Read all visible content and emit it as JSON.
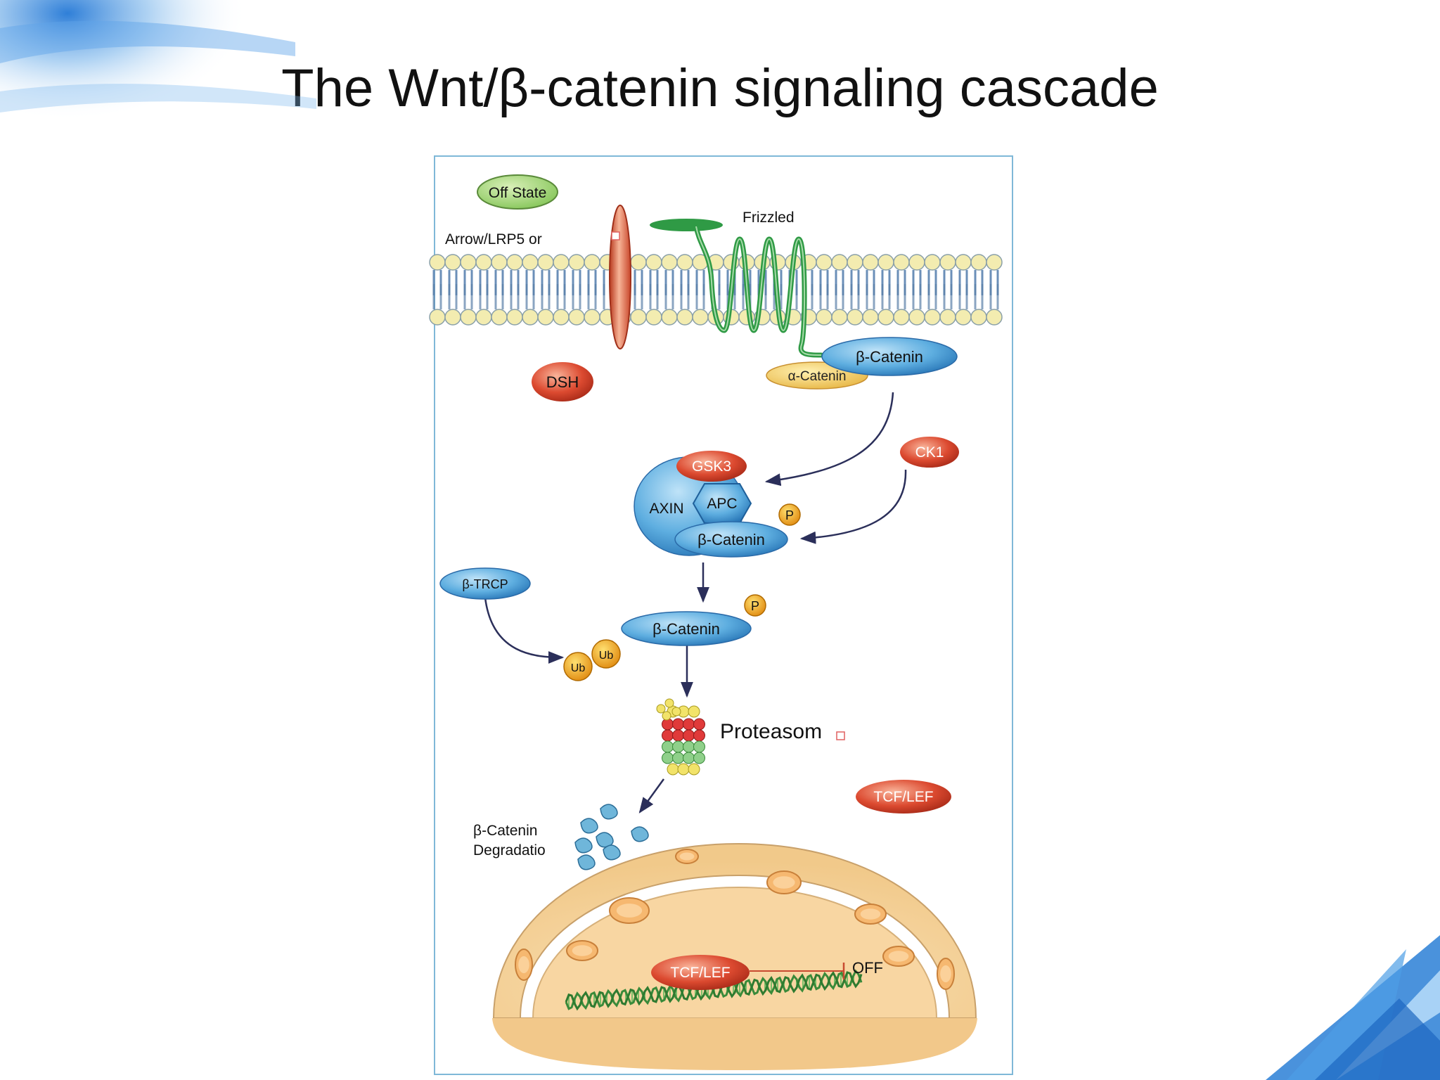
{
  "slide": {
    "title": "The Wnt/β-catenin signaling cascade"
  },
  "diagram": {
    "state_badge": "Off State",
    "receptor_label": "Arrow/LRP5  or",
    "frizzled_label": "Frizzled",
    "beta_catenin_membrane": "β-Catenin",
    "alpha_catenin": "α-Catenin",
    "dsh": "DSH",
    "ck1": "CK1",
    "gsk3": "GSK3",
    "axin": "AXIN",
    "apc": "APC",
    "beta_catenin_complex": "β-Catenin",
    "phospho_1": "P",
    "beta_trcp": "β-TRCP",
    "beta_catenin_free": "β-Catenin",
    "phospho_2": "P",
    "ubiquitin_1": "Ub",
    "ubiquitin_2": "Ub",
    "proteasome": "Proteasom",
    "degradation_line1": "β-Catenin",
    "degradation_line2": "Degradatio",
    "tcf_lef_cytoplasm": "TCF/LEF",
    "tcf_lef_nucleus": "TCF/LEF",
    "off_label": "OFF"
  },
  "colors": {
    "membrane_head": "#f3ecb0",
    "membrane_tail": "#6b8fb8",
    "frizzled": "#2f9a45",
    "receptor": "#e0603a",
    "blue_protein": "#5eaee0",
    "red_protein": "#dc4a30",
    "phospho": "#f0a820",
    "nucleus": "#f5d39a"
  }
}
